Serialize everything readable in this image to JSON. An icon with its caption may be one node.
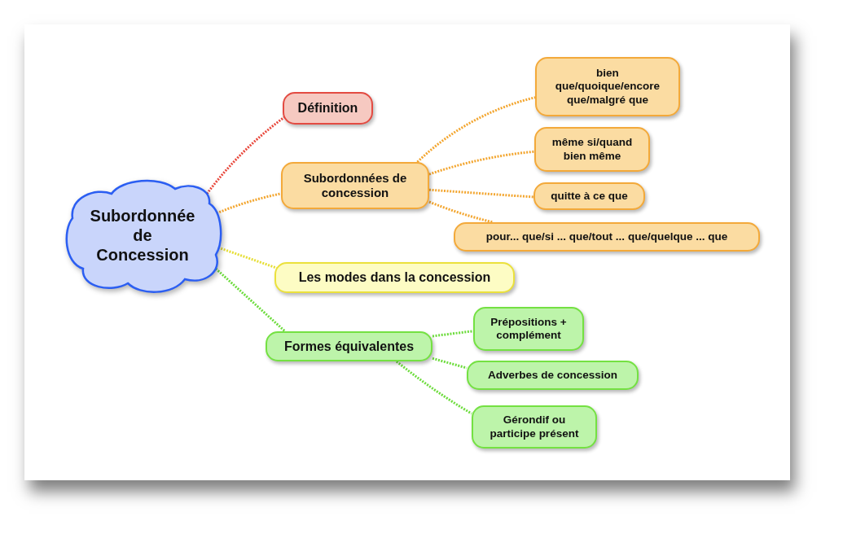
{
  "diagram": {
    "nodes": [
      {
        "text": [
          "Subordonnée de Concession"
        ]
      },
      {
        "text": [
          "Définition"
        ]
      },
      {
        "text": [
          "Subordonnées de concession"
        ]
      },
      {
        "text": [
          "bien que/quoique/encore que/malgré que"
        ]
      },
      {
        "text": [
          "même si/quand bien même"
        ]
      },
      {
        "text": [
          "quitte à ce que"
        ]
      },
      {
        "text": [
          "pour... que/si ... que/tout ... que/quelque ... que"
        ]
      },
      {
        "text": [
          "Les modes dans la concession"
        ]
      },
      {
        "text": [
          "Formes équivalentes"
        ]
      },
      {
        "text": [
          "Prépositions + complément"
        ]
      },
      {
        "text": [
          "Adverbes de concession"
        ]
      },
      {
        "text": [
          "Gérondif ou participe présent"
        ]
      }
    ],
    "edges": [
      {
        "from": 0,
        "to": 1,
        "arrow": "none",
        "color": "#e8483c"
      },
      {
        "from": 0,
        "to": 2,
        "arrow": "none"
      },
      {
        "from": 2,
        "to": 3,
        "arrow": "none"
      },
      {
        "from": 2,
        "to": 4,
        "arrow": "none"
      },
      {
        "from": 2,
        "to": 5,
        "arrow": "none"
      },
      {
        "from": 2,
        "to": 6,
        "arrow": "none"
      },
      {
        "from": 0,
        "to": 7,
        "arrow": "none",
        "color": "#e6de36"
      },
      {
        "from": 0,
        "to": 8,
        "arrow": "none",
        "color": "#6edc3e"
      },
      {
        "from": 8,
        "to": 9,
        "arrow": "none",
        "color": "#6edc3e"
      },
      {
        "from": 8,
        "to": 10,
        "arrow": "none",
        "color": "#6edc3e"
      },
      {
        "from": 8,
        "to": 11,
        "arrow": "none",
        "color": "#6edc3e"
      }
    ]
  }
}
